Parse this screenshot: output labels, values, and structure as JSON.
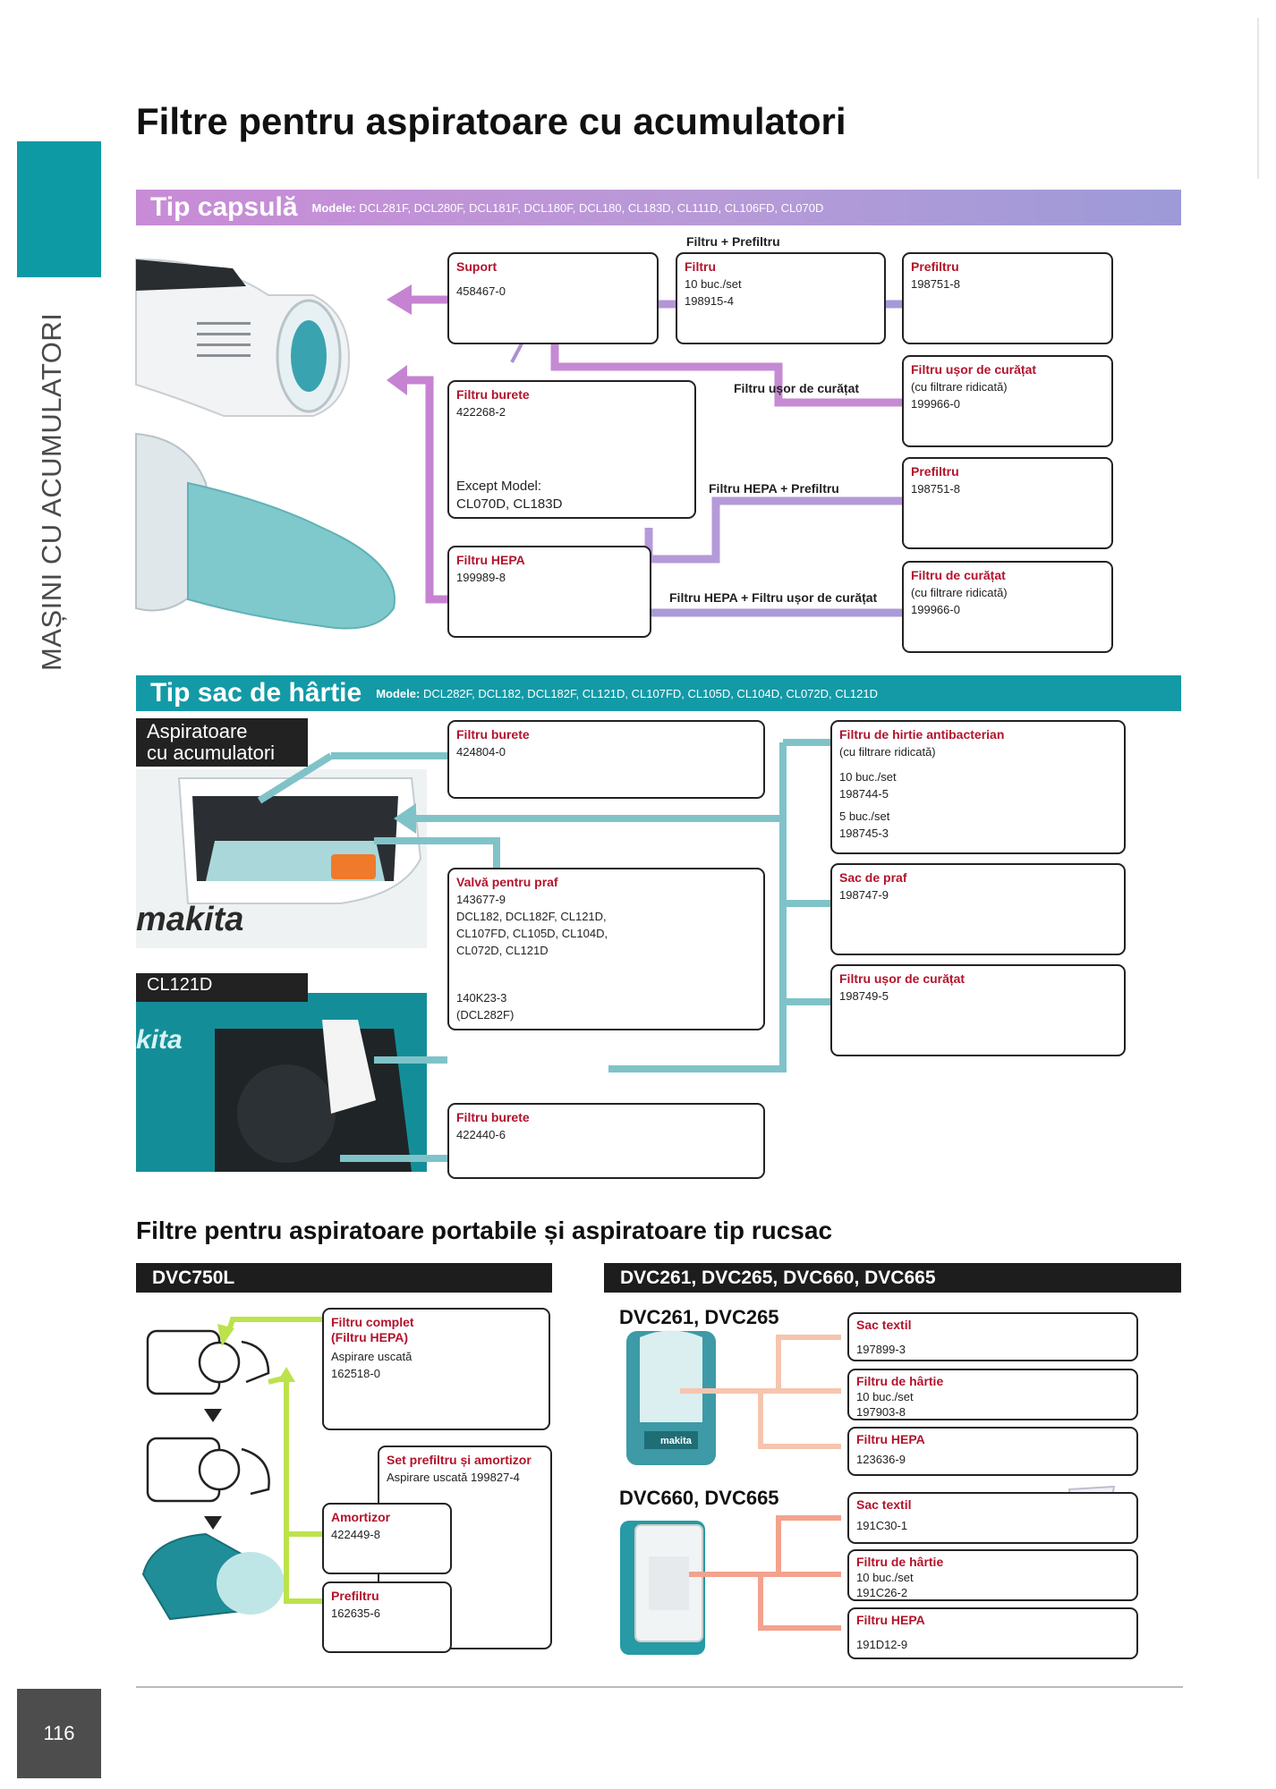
{
  "page": {
    "title": "Filtre pentru aspiratoare cu acumulatori",
    "side_label": "MAȘINI CU ACUMULATORI",
    "page_number": "116"
  },
  "capsule": {
    "title": "Tip capsulă",
    "models_label": "Modele:",
    "models": "DCL281F, DCL280F, DCL181F, DCL180F, DCL180, CL183D, CL111D, CL106FD, CL070D",
    "filter_prefilter_label": "Filtru + Prefiltru",
    "easy_clean_label": "Filtru ușor de curățat",
    "hepa_prefilter_label": "Filtru HEPA + Prefiltru",
    "hepa_easy_label": "Filtru HEPA + Filtru ușor de curățat",
    "suport": {
      "title": "Suport",
      "code": "458467-0"
    },
    "filtru": {
      "title": "Filtru",
      "qty": "10 buc./set",
      "code": "198915-4"
    },
    "prefiltru1": {
      "title": "Prefiltru",
      "code": "198751-8"
    },
    "burete": {
      "title": "Filtru burete",
      "code": "422268-2",
      "except_label": "Except Model:",
      "except_models": "CL070D, CL183D"
    },
    "easy1": {
      "title": "Filtru ușor de curățat",
      "note": "(cu filtrare ridicată)",
      "code": "199966-0"
    },
    "prefiltru2": {
      "title": "Prefiltru",
      "code": "198751-8"
    },
    "hepa": {
      "title": "Filtru HEPA",
      "code": "199989-8"
    },
    "curatat": {
      "title": "Filtru de curățat",
      "note": "(cu filtrare ridicată)",
      "code": "199966-0"
    }
  },
  "sac": {
    "title": "Tip sac de hârtie",
    "models_label": "Modele:",
    "models": "DCL282F, DCL182, DCL182F, CL121D, CL107FD, CL105D, CL104D, CL072D, CL121D",
    "device_label_1": "Aspiratoare",
    "device_label_2": "cu acumulatori",
    "device_label_cl": "CL121D",
    "brand_text": "makita",
    "burete1": {
      "title": "Filtru burete",
      "code": "424804-0"
    },
    "valva": {
      "title": "Valvă pentru praf",
      "code1": "143677-9",
      "models": [
        "DCL182, DCL182F, CL121D,",
        "CL107FD, CL105D, CL104D,",
        "CL072D, CL121D"
      ],
      "code2": "140K23-3",
      "code2_model": "(DCL282F)"
    },
    "burete2": {
      "title": "Filtru burete",
      "code": "422440-6"
    },
    "antibac": {
      "title": "Filtru de hirtie antibacterian",
      "note": "(cu filtrare ridicată)",
      "qty1": "10 buc./set",
      "code1": "198744-5",
      "qty2": "5 buc./set",
      "code2": "198745-3"
    },
    "sacpraf": {
      "title": "Sac de praf",
      "code": "198747-9"
    },
    "usor": {
      "title": "Filtru ușor de curățat",
      "code": "198749-5"
    }
  },
  "portable": {
    "title": "Filtre pentru aspiratoare portabile și aspiratoare tip rucsac",
    "dvc750": {
      "header": "DVC750L",
      "complet": {
        "title1": "Filtru complet",
        "title2": "(Filtru HEPA)",
        "use": "Aspirare uscată",
        "code": "162518-0"
      },
      "set": {
        "title": "Set prefiltru și amortizor",
        "use": "Aspirare uscată",
        "code": "199827-4"
      },
      "amortizor": {
        "title": "Amortizor",
        "code": "422449-8"
      },
      "prefiltru": {
        "title": "Prefiltru",
        "code": "162635-6"
      }
    },
    "dvc261": {
      "header": "DVC261, DVC265, DVC660, DVC665",
      "sub1": "DVC261, DVC265",
      "sub2": "DVC660, DVC665",
      "items1": [
        {
          "title": "Sac textil",
          "qty": "",
          "code": "197899-3"
        },
        {
          "title": "Filtru de hârtie",
          "qty": "10 buc./set",
          "code": "197903-8"
        },
        {
          "title": "Filtru HEPA",
          "qty": "",
          "code": "123636-9"
        }
      ],
      "items2": [
        {
          "title": "Sac textil",
          "qty": "",
          "code": "191C30-1"
        },
        {
          "title": "Filtru de hârtie",
          "qty": "10 buc./set",
          "code": "191C26-2"
        },
        {
          "title": "Filtru HEPA",
          "qty": "",
          "code": "191D12-9"
        }
      ]
    }
  },
  "colors": {
    "teal": "#139aa6",
    "purple": "#c08ad4",
    "red": "#b3132b",
    "lime": "#b9de4a",
    "salmon": "#f3b49a"
  }
}
